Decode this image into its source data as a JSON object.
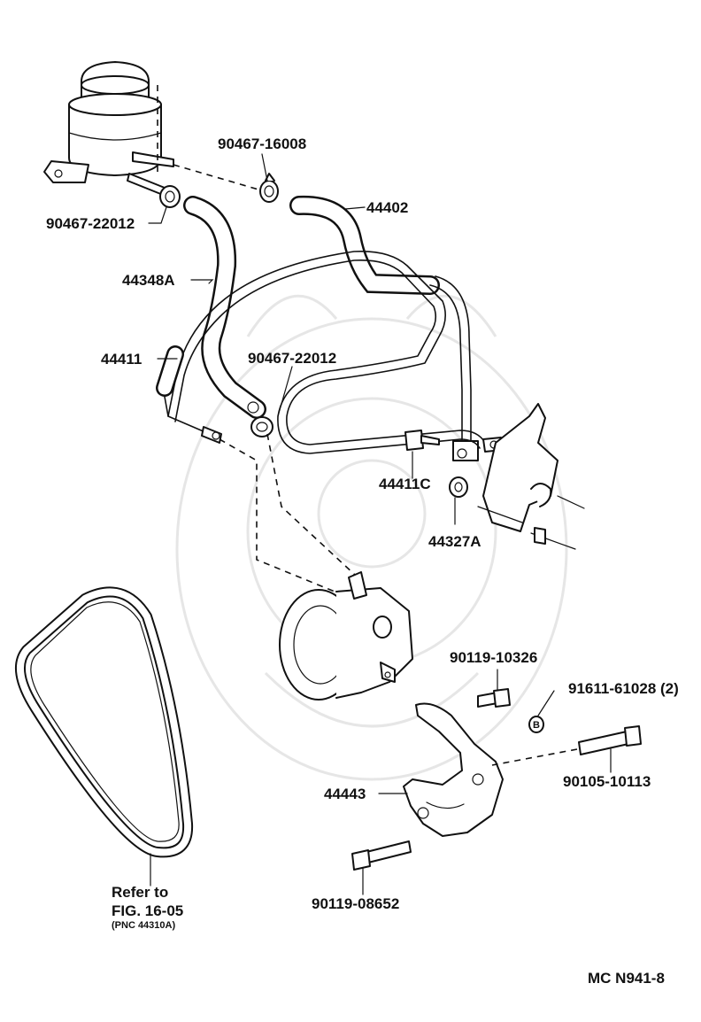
{
  "labels": {
    "clamp_top": "90467-16008",
    "clamp_left": "90467-22012",
    "hose_return": "44402",
    "hose_suction": "44348A",
    "pressure_tube": "44411",
    "clamp_mid": "90467-22012",
    "union_bolt": "44411C",
    "gasket": "44327A",
    "bolt_upper": "90119-10326",
    "washer": "91611-61028 (2)",
    "bolt_long": "90105-10113",
    "bracket": "44443",
    "bolt_lower": "90119-08652",
    "washer_mark": "B",
    "belt_note_1": "Refer to",
    "belt_note_2": "FIG. 16-05",
    "belt_note_3": "(PNC 44310A)",
    "figure_code": "MC N941-8"
  }
}
